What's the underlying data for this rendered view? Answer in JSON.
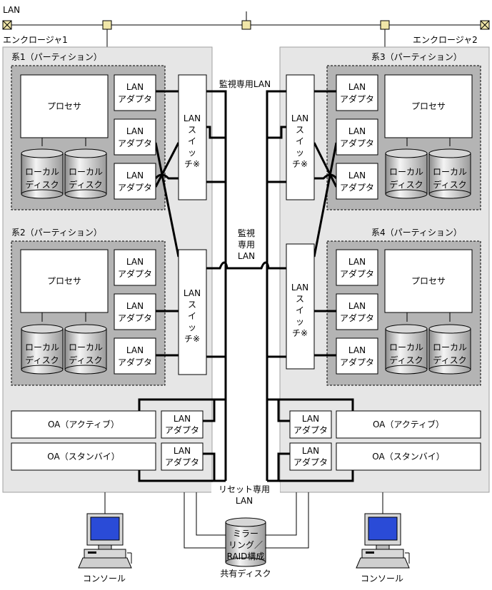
{
  "lan_label": "LAN",
  "enclosures": [
    "エンクロージャ1",
    "エンクロージャ2"
  ],
  "partitions": [
    "系1（パーティション）",
    "系2（パーティション）",
    "系3（パーティション）",
    "系4（パーティション）"
  ],
  "processor": "プロセサ",
  "lan_adapter": [
    "LAN",
    "アダプタ"
  ],
  "local_disk": [
    "ローカル",
    "ディスク"
  ],
  "lan_switch": [
    "LAN",
    "ス",
    "イ",
    "ッ",
    "チ※"
  ],
  "monitor_lan_top": "監視専用LAN",
  "monitor_lan_mid": [
    "監視",
    "専用",
    "LAN"
  ],
  "oa_active": "OA（アクティブ）",
  "oa_standby": "OA（スタンバイ）",
  "reset_lan": [
    "リセット専用",
    "LAN"
  ],
  "shared_disk_lines": [
    "ミラー",
    "リング／",
    "RAID構成"
  ],
  "shared_disk": "共有ディスク",
  "console": "コンソール",
  "colors": {
    "enclosure_bg": "#e6e6e6",
    "partition_bg": "#b4b4b4",
    "node": "#f0e6a8",
    "screen": "#2a4bd7"
  }
}
